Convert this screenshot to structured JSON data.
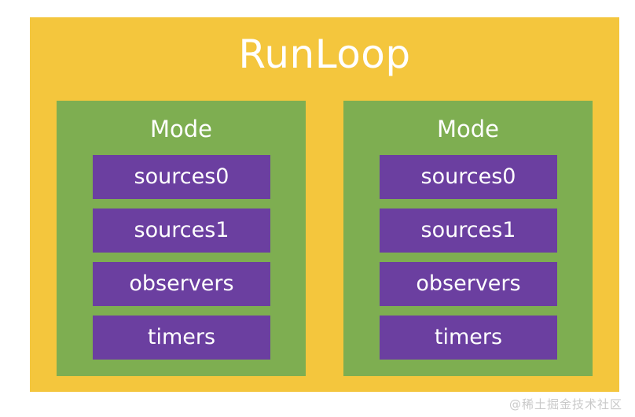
{
  "diagram": {
    "title": "RunLoop",
    "colors": {
      "outer_background": "#f4c63d",
      "mode_background": "#7eae51",
      "item_background": "#6b3fa0",
      "text": "#ffffff",
      "page_background": "#ffffff",
      "watermark": "#c9c9c9"
    },
    "modes": [
      {
        "label": "Mode",
        "items": [
          {
            "label": "sources0"
          },
          {
            "label": "sources1"
          },
          {
            "label": "observers"
          },
          {
            "label": "timers"
          }
        ]
      },
      {
        "label": "Mode",
        "items": [
          {
            "label": "sources0"
          },
          {
            "label": "sources1"
          },
          {
            "label": "observers"
          },
          {
            "label": "timers"
          }
        ]
      }
    ]
  },
  "watermark": {
    "text": "@稀土掘金技术社区"
  }
}
